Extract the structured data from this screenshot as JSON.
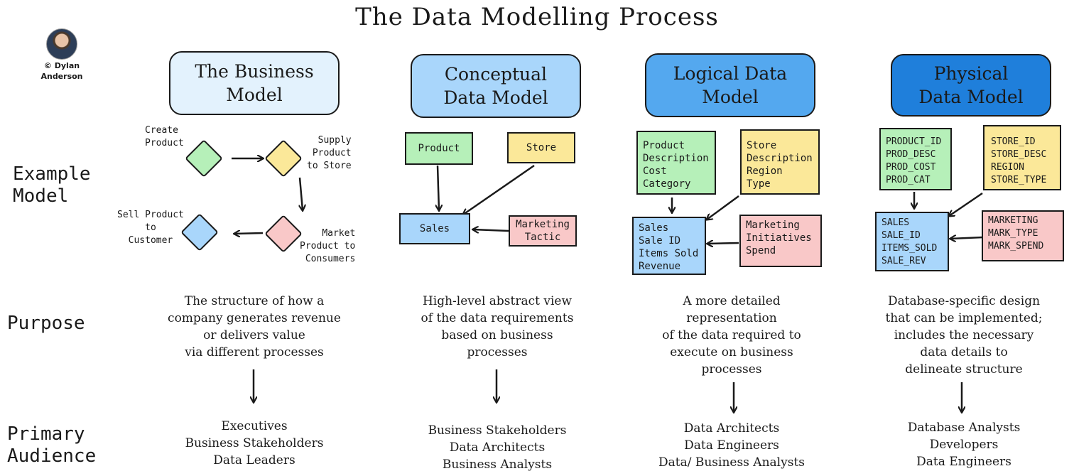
{
  "title": "The Data Modelling Process",
  "author": {
    "line1": "© Dylan",
    "line2": "Anderson"
  },
  "row_labels": {
    "example": [
      "Example",
      "Model"
    ],
    "purpose": "Purpose",
    "audience": [
      "Primary",
      "Audience"
    ]
  },
  "colors": {
    "business_header": "#e3f2fd",
    "conceptual_header": "#a9d6fb",
    "logical_header": "#54a8ef",
    "physical_header": "#1f7fdb",
    "green": "#b6f0b9",
    "yellow": "#fbe899",
    "blue": "#a9d6fb",
    "pink": "#f9c8c8"
  },
  "columns": [
    {
      "header": [
        "The Business",
        "Model"
      ],
      "purpose": [
        "The structure of how a",
        "company generates revenue",
        "or delivers value",
        "via different processes"
      ],
      "audience": [
        "Executives",
        "Business Stakeholders",
        "Data Leaders"
      ]
    },
    {
      "header": [
        "Conceptual",
        "Data Model"
      ],
      "purpose": [
        "High-level abstract view",
        "of the data requirements",
        "based on business",
        "processes"
      ],
      "audience": [
        "Business Stakeholders",
        "Data Architects",
        "Business Analysts"
      ]
    },
    {
      "header": [
        "Logical Data",
        "Model"
      ],
      "purpose": [
        "A more detailed",
        "representation",
        "of the data required to",
        "execute on business",
        "processes"
      ],
      "audience": [
        "Data Architects",
        "Data Engineers",
        "Data/ Business Analysts"
      ]
    },
    {
      "header": [
        "Physical",
        "Data Model"
      ],
      "purpose": [
        "Database-specific design",
        "that can be implemented;",
        "includes the necessary",
        "data details to",
        "delineate structure"
      ],
      "audience": [
        "Database Analysts",
        "Developers",
        "Data Engineers"
      ]
    }
  ],
  "business_model": {
    "create": "Create\nProduct",
    "supply": "Supply\nProduct\nto Store",
    "market": "Market\nProduct to\nConsumers",
    "sell": "Sell Product\nto\nCustomer"
  },
  "conceptual_model": {
    "product": "Product",
    "store": "Store",
    "sales": "Sales",
    "marketing": [
      "Marketing",
      "Tactic"
    ]
  },
  "logical_model": {
    "product": [
      "Product",
      "Description",
      "Cost",
      "Category"
    ],
    "store": [
      "Store",
      "Description",
      "Region",
      "Type"
    ],
    "sales": [
      "Sales",
      "Sale ID",
      "Items Sold",
      "Revenue"
    ],
    "marketing": [
      "Marketing",
      "Initiatives",
      "Spend"
    ]
  },
  "physical_model": {
    "product": [
      "PRODUCT_ID",
      "PROD_DESC",
      "PROD_COST",
      "PROD_CAT"
    ],
    "store": [
      "STORE_ID",
      "STORE_DESC",
      "REGION",
      "STORE_TYPE"
    ],
    "sales": [
      "SALES",
      "SALE_ID",
      "ITEMS_SOLD",
      "SALE_REV"
    ],
    "marketing": [
      "MARKETING",
      "MARK_TYPE",
      "MARK_SPEND"
    ]
  }
}
